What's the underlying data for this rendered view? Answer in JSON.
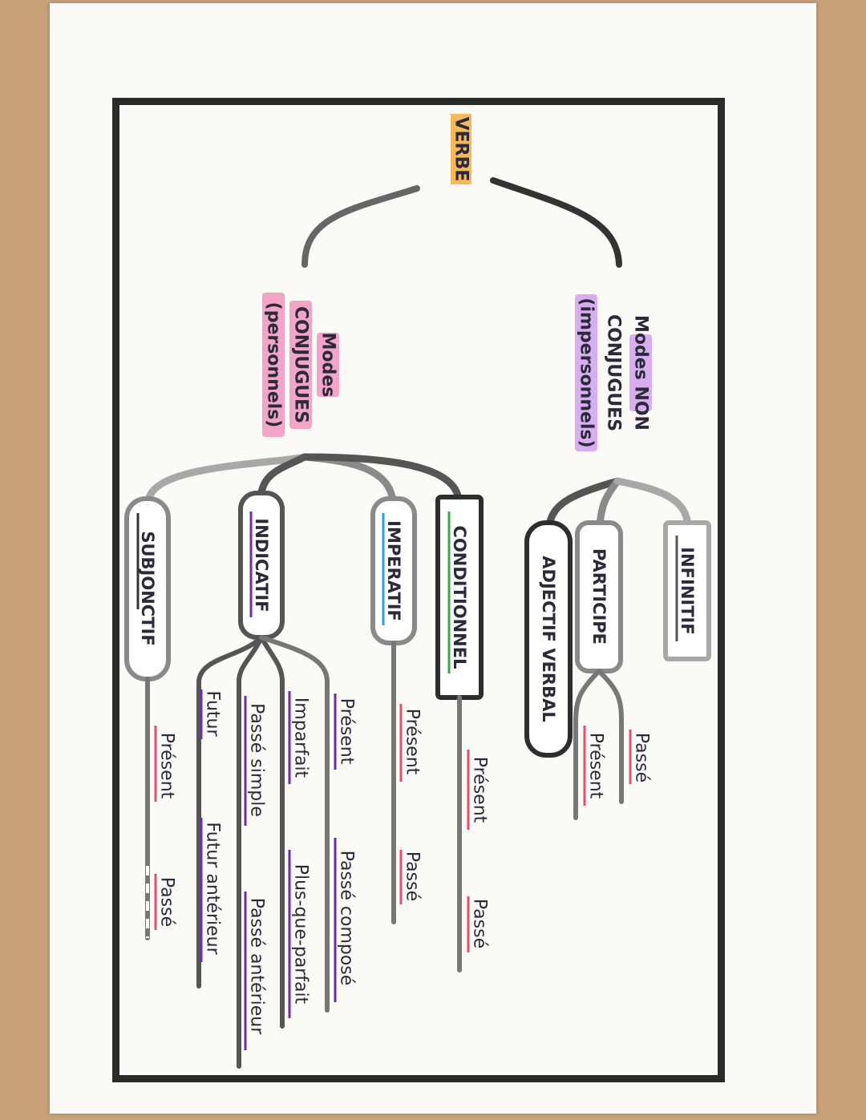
{
  "diagram": {
    "root": "VERBE",
    "left_group": {
      "lines": [
        "Modes",
        "CONJUGUES",
        "(personnels)"
      ]
    },
    "right_group": {
      "lines": [
        "Modes NON",
        "CONJUGUES",
        "(impersonnels)"
      ]
    },
    "modes": {
      "subjonctif": "SUBJONCTIF",
      "indicatif": "INDICATIF",
      "imperatif": "IMPERATIF",
      "conditionnel": "CONDITIONNEL",
      "adjectif_verbal": "ADJECTIF VERBAL",
      "participe": "PARTICIPE",
      "infinitif": "INFINITIF"
    },
    "tenses": {
      "subj_present": "Présent",
      "subj_passe": "Passé",
      "ind_futur": "Futur",
      "ind_futur_anterieur": "Futur antérieur",
      "ind_passe_simple": "Passé simple",
      "ind_passe_anterieur": "Passé antérieur",
      "ind_imparfait": "Imparfait",
      "ind_plus_que_parfait": "Plus-que-parfait",
      "ind_present": "Présent",
      "ind_passe_compose": "Passé composé",
      "imp_present": "Présent",
      "imp_passe": "Passé",
      "cond_present": "Présent",
      "cond_passe": "Passé",
      "part_present": "Présent",
      "part_passe": "Passé"
    },
    "colors": {
      "root_highlight": "#f7b85c",
      "conjugues_highlight": "#f3a5c8",
      "non_conjugues_highlight": "#d9aef0",
      "underline_red": "#e0506a",
      "underline_purple": "#6a2fa8",
      "underline_blue": "#2aa0d8",
      "underline_green": "#3aa84a",
      "connector_light": "#a8a8a8",
      "connector_dark": "#555555",
      "box_border_dark": "#2e2e2e",
      "box_border_gray": "#8a8a8a"
    }
  }
}
